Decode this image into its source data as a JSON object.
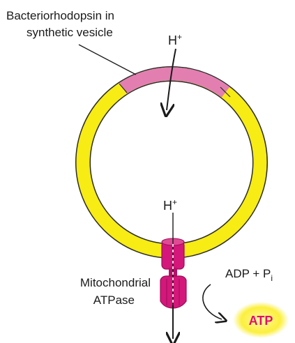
{
  "labels": {
    "bacteriorhodopsin_line1": "Bacteriorhodopsin in",
    "bacteriorhodopsin_line2": "synthetic vesicle",
    "h_top": "H",
    "h_top_sup": "+",
    "h_bottom": "H",
    "h_bottom_sup": "+",
    "atpase_line1": "Mitochondrial",
    "atpase_line2": "ATPase",
    "adp_text": "ADP + P",
    "adp_sub": "i",
    "atp": "ATP"
  },
  "colors": {
    "membrane": "#f7ec13",
    "membrane_outline": "#2b2b2b",
    "bacteriorhodopsin": "#e27fb0",
    "atpase": "#d4177a",
    "atpase_dark": "#9c0d58",
    "atp_glow": "#fbf15a",
    "atp_text": "#e0106e"
  }
}
